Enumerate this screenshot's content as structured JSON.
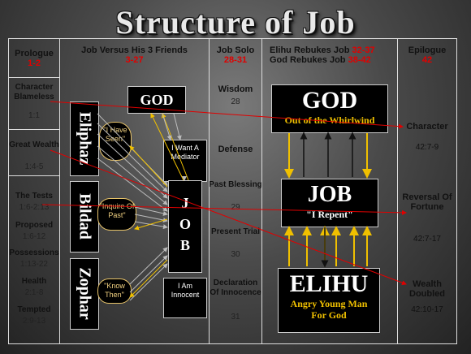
{
  "title": "Structure of Job",
  "columns": {
    "prologue": {
      "label": "Prologue",
      "ref": "1-2"
    },
    "versus": {
      "label": "Job Versus His 3 Friends",
      "ref": "3-27"
    },
    "solo": {
      "label": "Job Solo",
      "ref": "28-31"
    },
    "elihu_line1": "Elihu Rebukes Job",
    "elihu_ref1": "32-37",
    "elihu_line2": "God Rebukes Job",
    "elihu_ref2": "38-42",
    "epilogue": {
      "label": "Epilogue",
      "ref": "42"
    }
  },
  "prologue_items": [
    {
      "label": "Character Blameless",
      "ref": "1:1"
    },
    {
      "label": "Great Wealth",
      "ref": "1:4-5"
    },
    {
      "label": "The Tests",
      "ref": "1:6-2:13"
    },
    {
      "label": "Proposed",
      "ref": "1:6-12"
    },
    {
      "label": "Possessions",
      "ref": "1:13-22"
    },
    {
      "label": "Health",
      "ref": "2:1-8"
    },
    {
      "label": "Tempted",
      "ref": "2:9-13"
    }
  ],
  "versus": {
    "god": "GOD",
    "friends": [
      "Eliphaz",
      "Bildad",
      "Zophar"
    ],
    "bubbles": [
      "\"I Have Seen\"",
      "\"Inquire Of Past\"",
      "\"Know Then\""
    ],
    "job_letters": [
      "J",
      "O",
      "B"
    ],
    "mediator": "I Want A Mediator",
    "innocent": "I Am Innocent"
  },
  "solo_items": [
    {
      "label": "Wisdom",
      "ref": "28"
    },
    {
      "label": "Defense",
      "ref": ""
    },
    {
      "label": "Past Blessing",
      "ref": "29"
    },
    {
      "label": "Present Trial",
      "ref": "30"
    },
    {
      "label": "Declaration Of Innocence",
      "ref": "31"
    }
  ],
  "right": {
    "god": "GOD",
    "god_sub": "Out of the Whirlwind",
    "job": "JOB",
    "job_sub": "\"I Repent\"",
    "elihu": "ELIHU",
    "elihu_sub": "Angry Young Man For God"
  },
  "epilogue_items": [
    {
      "label": "Character",
      "ref": "42:7-9"
    },
    {
      "label": "Reversal Of Fortune",
      "ref": "42:7-17"
    },
    {
      "label": "Wealth Doubled",
      "ref": "42:10-17"
    }
  ],
  "colors": {
    "highlight": "#e00000",
    "arrow_gold": "#f0c000",
    "arrow_dark": "#111111",
    "arrow_gray": "#aaaaaa"
  }
}
